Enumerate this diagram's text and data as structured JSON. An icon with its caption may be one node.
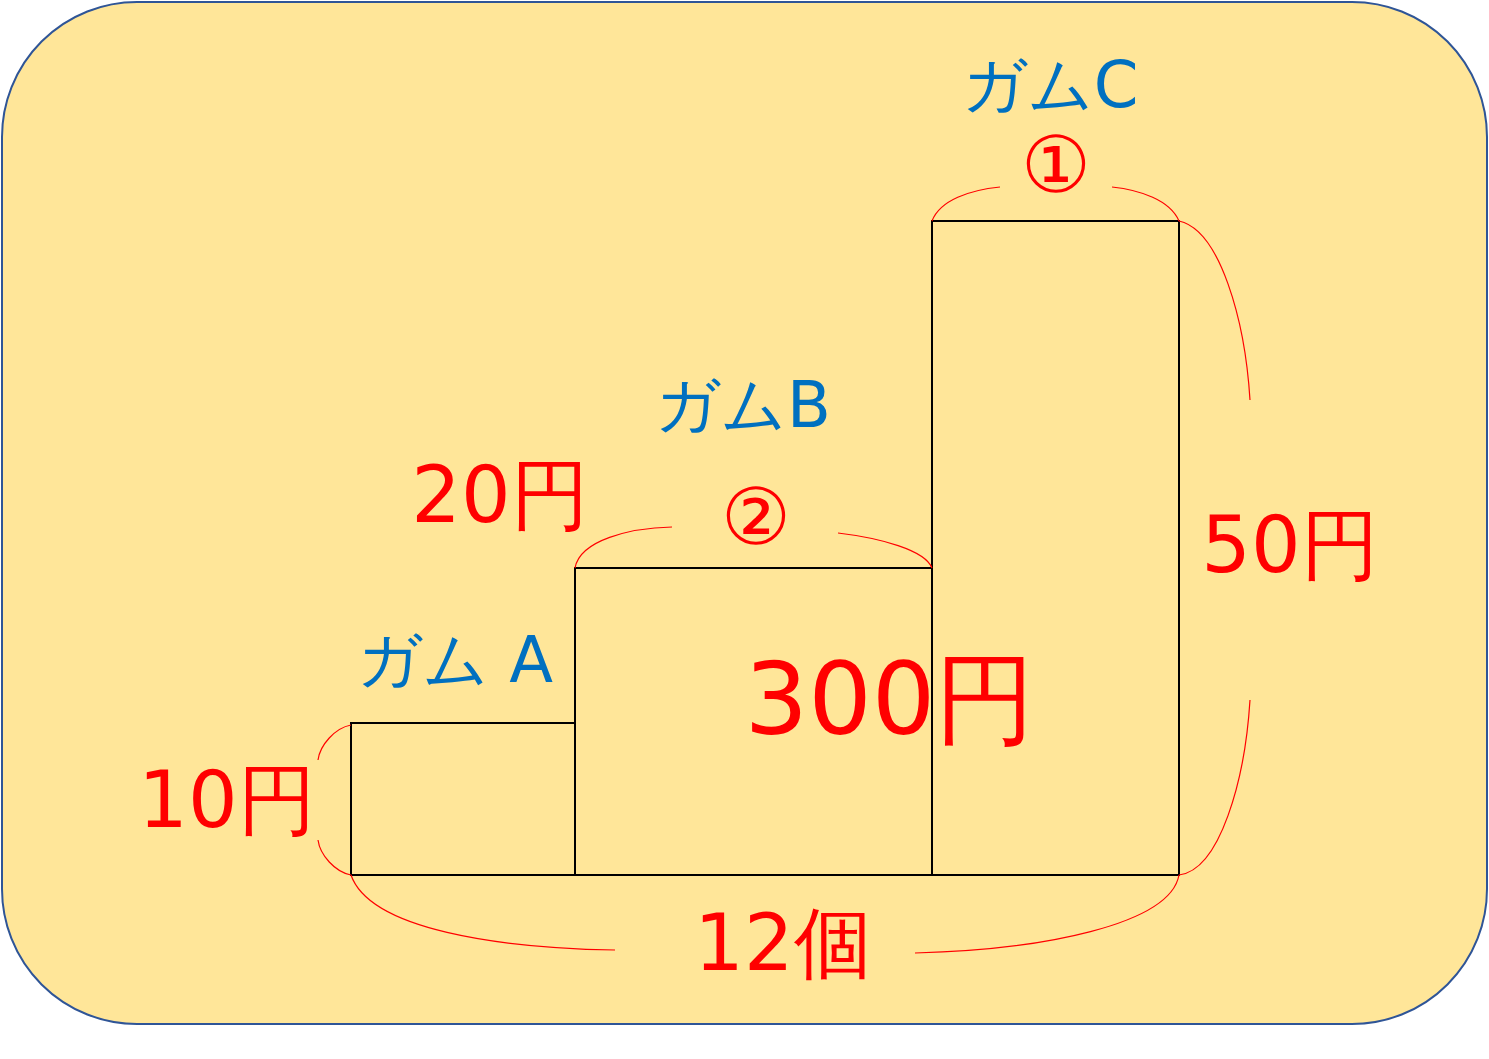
{
  "diagram": {
    "nodes": [
      {
        "text": [],
        "shape": "box"
      },
      {
        "text": [],
        "shape": "box"
      },
      {
        "text": [],
        "shape": "box"
      }
    ],
    "labels": [
      "ガムC",
      "①",
      "ガムB",
      "20円",
      "②",
      "50円",
      "ガム A",
      "300円",
      "10円",
      "12個"
    ]
  }
}
